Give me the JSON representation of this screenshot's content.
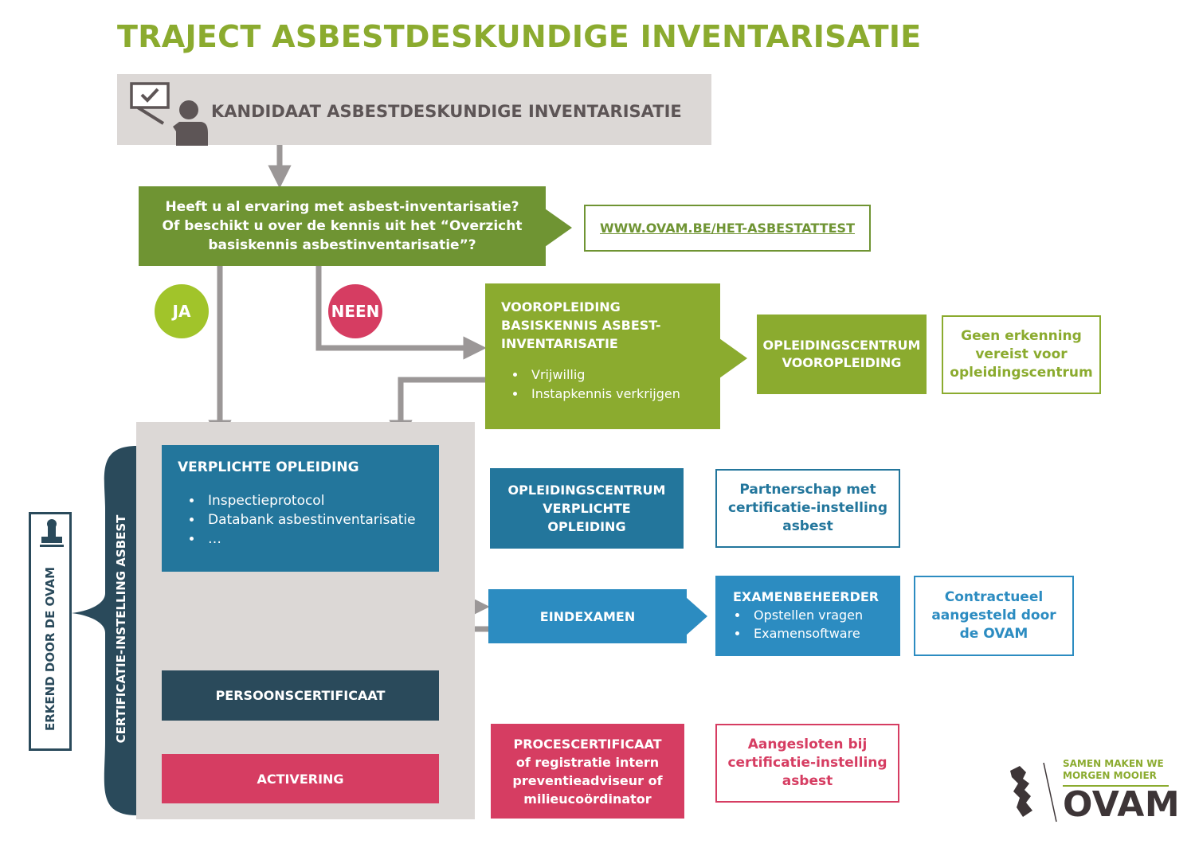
{
  "title": "TRAJECT ASBESTDESKUNDIGE INVENTARISATIE",
  "candidate": {
    "label": "KANDIDAAT ASBESTDESKUNDIGE INVENTARISATIE",
    "icon": "presenter-icon"
  },
  "question": {
    "lines": [
      "Heeft u al ervaring met asbest-inventarisatie?",
      "Of beschikt u over de kennis uit het “Overzicht",
      "basiskennis asbestinventarisatie”?"
    ]
  },
  "link": {
    "text": "WWW.OVAM.BE/HET-ASBESTATTEST"
  },
  "answers": {
    "yes": "JA",
    "no": "NEEN"
  },
  "vooropleiding": {
    "title_lines": [
      "VOOROPLEIDING",
      "BASISKENNIS ASBEST-",
      "INVENTARISATIE"
    ],
    "bullets": [
      "Vrijwillig",
      "Instapkennis verkrijgen"
    ]
  },
  "opleidingscentrum_voor": {
    "lines": [
      "OPLEIDINGSCENTRUM",
      "VOOROPLEIDING"
    ]
  },
  "geen_erkenning": {
    "lines": [
      "Geen erkenning",
      "vereist voor",
      "opleidingscentrum"
    ]
  },
  "verplichte_opleiding": {
    "title": "VERPLICHTE OPLEIDING",
    "bullets": [
      "Inspectieprotocol",
      "Databank asbestinventarisatie",
      "…"
    ]
  },
  "opleidingscentrum_verpl": {
    "lines": [
      "OPLEIDINGSCENTRUM",
      "VERPLICHTE",
      "OPLEIDING"
    ]
  },
  "partnerschap": {
    "lines": [
      "Partnerschap met",
      "certificatie-instelling",
      "asbest"
    ]
  },
  "eindexamen": {
    "label": "EINDEXAMEN"
  },
  "examenbeheerder": {
    "title": "EXAMENBEHEERDER",
    "bullets": [
      "Opstellen vragen",
      "Examensoftware"
    ]
  },
  "contractueel": {
    "lines": [
      "Contractueel",
      "aangesteld door",
      "de OVAM"
    ]
  },
  "persoonscertificaat": {
    "label": "PERSOONSCERTIFICAAT"
  },
  "activering": {
    "label": "ACTIVERING"
  },
  "procescertificaat": {
    "lines": [
      "PROCESCERTIFICAAT",
      "of registratie intern",
      "preventieadviseur of",
      "milieucoördinator"
    ]
  },
  "aangesloten": {
    "lines": [
      "Aangesloten bij",
      "certificatie-instelling",
      "asbest"
    ]
  },
  "side": {
    "erkend": "ERKEND DOOR DE OVAM",
    "certificatie": "CERTIFICATIE-INSTELLING ASBEST",
    "stamp_icon": "stamp-icon"
  },
  "logo": {
    "tagline_lines": [
      "SAMEN MAKEN WE",
      "MORGEN MOOIER"
    ],
    "name": "OVAM",
    "emblem_icon": "flemish-lion-icon"
  },
  "colors": {
    "title_green": "#8bab2f",
    "dark_green": "#6f9433",
    "lime": "#a1c42a",
    "blue": "#23769c",
    "light_blue": "#2c8cc1",
    "navy": "#2a4a5b",
    "pink": "#d63d62",
    "grey_panel": "#dcd8d6",
    "arrow_grey": "#9b9797"
  }
}
